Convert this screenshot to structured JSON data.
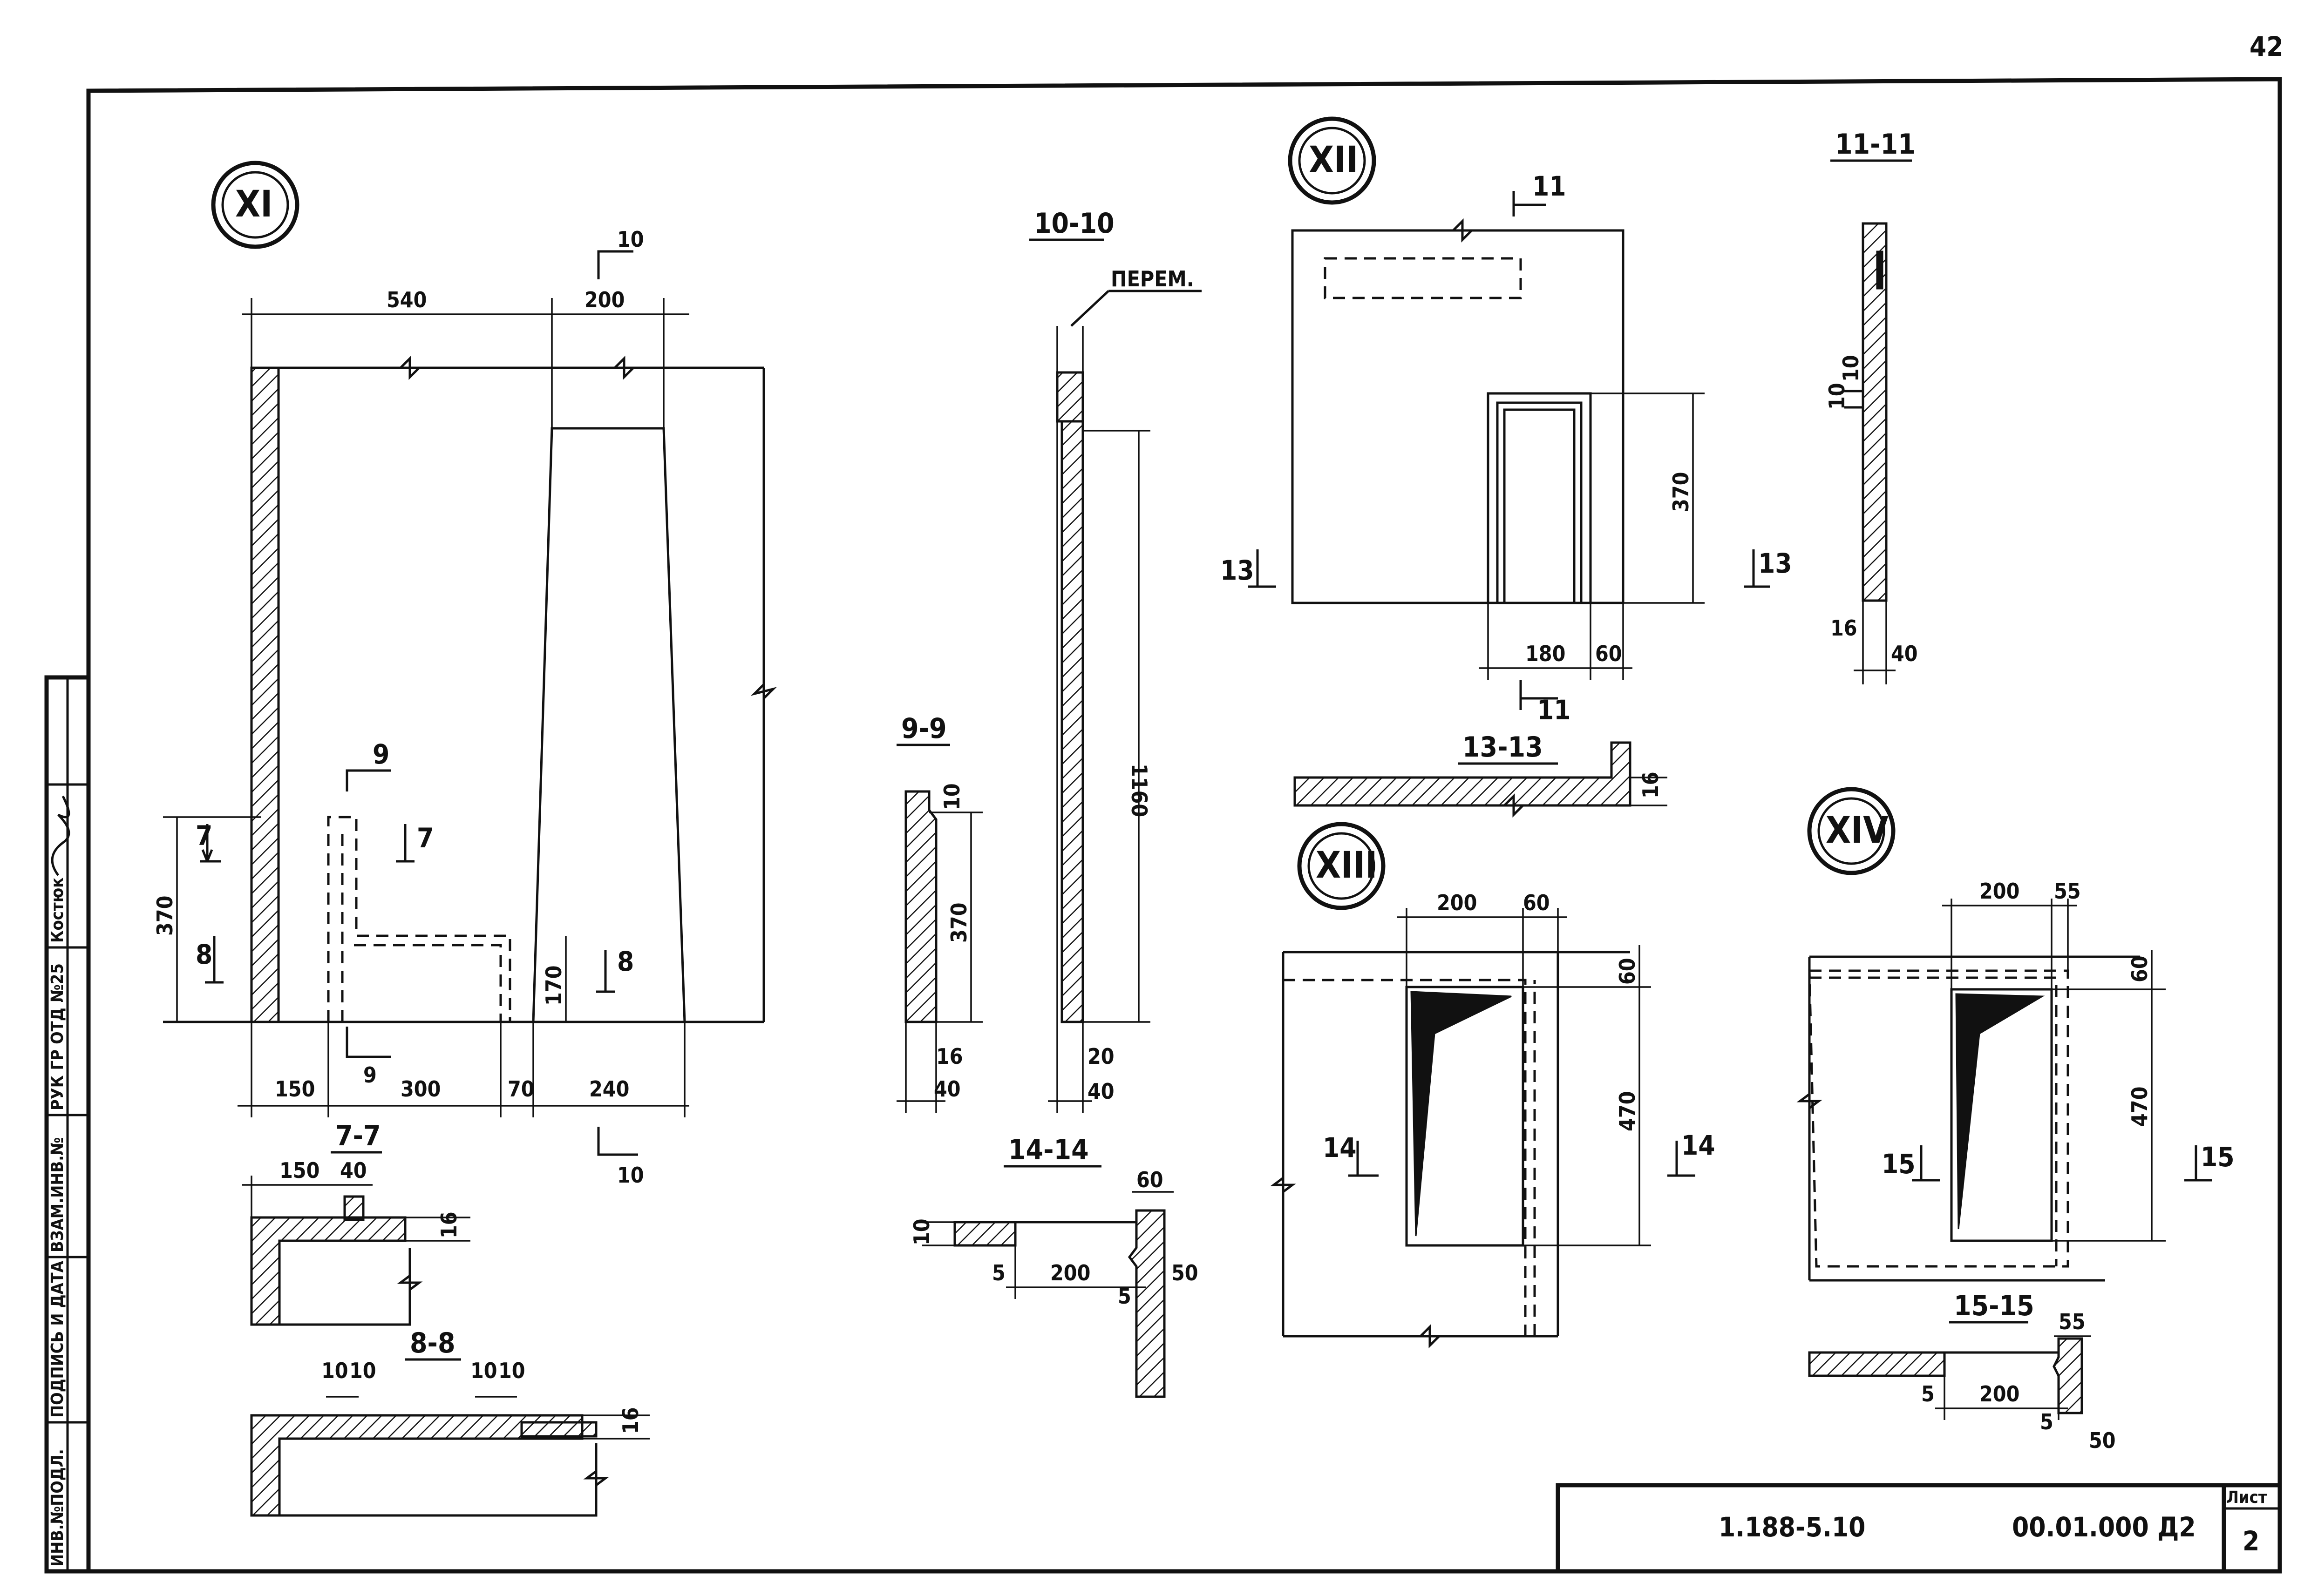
{
  "page_number": "42",
  "title_block": {
    "series": "1.188-5.10",
    "code": "00.01.000 Д2",
    "sheet_label": "Лист",
    "sheet_number": "2"
  },
  "side_stamp": {
    "fields": [
      "ИНВ.№ПОДЛ.",
      "ПОДПИСЬ И ДАТА",
      "ВЗАМ.ИНВ.№",
      "РУК ГР ОТД №25",
      "Костюк"
    ]
  },
  "details": {
    "xi": {
      "label": "XI",
      "dims": {
        "w540": "540",
        "w200": "200",
        "h370": "370",
        "h170": "170",
        "b150": "150",
        "b300": "300",
        "b70": "70",
        "b240": "240"
      },
      "cuts": {
        "c10": "10",
        "c9": "9",
        "c7": "7",
        "c8": "8"
      }
    },
    "s77": {
      "title": "7-7",
      "dims": [
        "150",
        "40",
        "16"
      ]
    },
    "s88": {
      "title": "8-8",
      "dims": [
        "10",
        "10",
        "10",
        "10",
        "16"
      ]
    },
    "s99": {
      "title": "9-9",
      "dims": [
        "10",
        "370",
        "16",
        "40"
      ]
    },
    "s1010": {
      "title": "10-10",
      "note": "ПЕРЕМ.",
      "dims": [
        "1160",
        "20",
        "40"
      ]
    },
    "s1414": {
      "title": "14-14",
      "dims": [
        "60",
        "10",
        "5",
        "200",
        "5",
        "50"
      ]
    },
    "xii": {
      "label": "XII",
      "dims": [
        "370",
        "180",
        "60"
      ],
      "cuts": [
        "11",
        "13"
      ]
    },
    "s1111": {
      "title": "11-11",
      "dims": [
        "10",
        "10",
        "16",
        "40"
      ]
    },
    "s1313": {
      "title": "13-13",
      "dims": [
        "16"
      ]
    },
    "xiii": {
      "label": "XIII",
      "dims": [
        "200",
        "60",
        "60",
        "470"
      ],
      "cuts": [
        "14"
      ]
    },
    "xiv": {
      "label": "XIV",
      "dims": [
        "200",
        "55",
        "60",
        "470"
      ],
      "cuts": [
        "15"
      ]
    },
    "s1515": {
      "title": "15-15",
      "dims": [
        "55",
        "5",
        "200",
        "5",
        "50"
      ]
    }
  }
}
